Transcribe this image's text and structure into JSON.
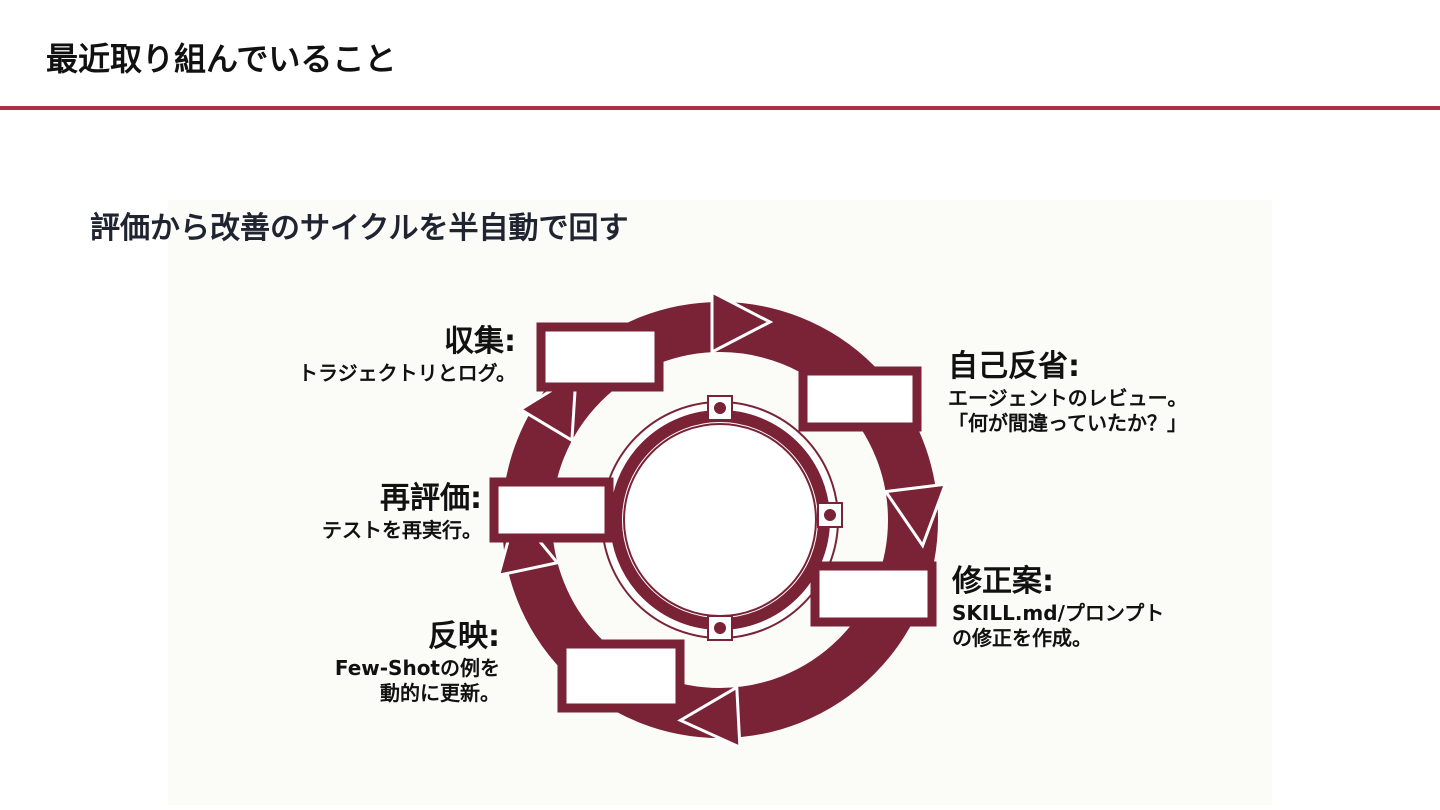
{
  "header": {
    "title": "最近取り組んでいること"
  },
  "slide": {
    "subtitle": "評価から改善のサイクルを半自動で回す",
    "steps": [
      {
        "heading": "収集:",
        "lines": [
          "トラジェクトリとログ。"
        ]
      },
      {
        "heading": "自己反省:",
        "lines": [
          "エージェントのレビュー。",
          "「何が間違っていたか？」"
        ]
      },
      {
        "heading": "修正案:",
        "lines": [
          "SKILL.md/プロンプト",
          "の修正を作成。"
        ]
      },
      {
        "heading": "反映:",
        "lines": [
          "Few-Shotの例を",
          "動的に更新。"
        ]
      },
      {
        "heading": "再評価:",
        "lines": [
          "テストを再実行。"
        ]
      }
    ]
  },
  "colors": {
    "accent": "#a83244",
    "cycle": "#7a2236"
  }
}
